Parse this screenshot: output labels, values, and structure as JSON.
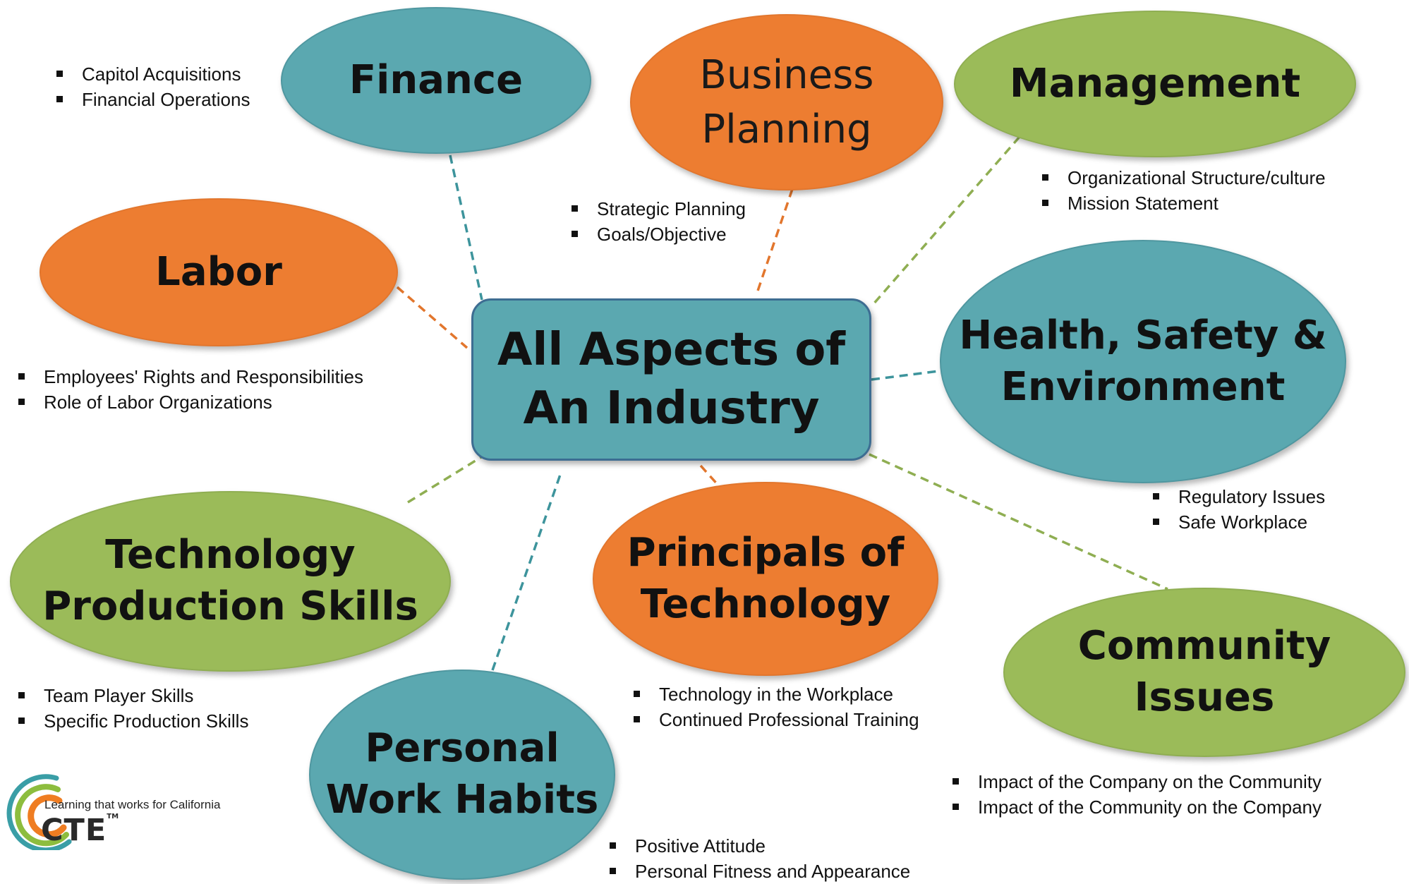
{
  "colors": {
    "teal": "#5ba8b0",
    "orange": "#ed7d31",
    "green": "#9bbb59",
    "center_border": "#3d6d92"
  },
  "center": {
    "label": "All Aspects of\nAn Industry"
  },
  "nodes": {
    "finance": {
      "label": "Finance",
      "color": "teal",
      "bullets": [
        "Capitol Acquisitions",
        "Financial Operations"
      ]
    },
    "business": {
      "label": "Business\nPlanning",
      "color": "orange",
      "bullets": [
        "Strategic Planning",
        "Goals/Objective"
      ]
    },
    "management": {
      "label": "Management",
      "color": "green",
      "bullets": [
        "Organizational Structure/culture",
        "Mission Statement"
      ]
    },
    "labor": {
      "label": "Labor",
      "color": "orange",
      "bullets": [
        "Employees' Rights and Responsibilities",
        "Role of Labor Organizations"
      ]
    },
    "health": {
      "label": "Health, Safety &\nEnvironment",
      "color": "teal",
      "bullets": [
        "Regulatory Issues",
        "Safe Workplace"
      ]
    },
    "technology": {
      "label": "Technology\nProduction Skills",
      "color": "green",
      "bullets": [
        "Team Player Skills",
        "Specific Production Skills"
      ]
    },
    "principals": {
      "label": "Principals of\nTechnology",
      "color": "orange",
      "bullets": [
        "Technology in the Workplace",
        "Continued Professional Training"
      ]
    },
    "community": {
      "label": "Community\nIssues",
      "color": "green",
      "bullets": [
        "Impact of the Company on the Community",
        "Impact of the Community on the Company"
      ]
    },
    "personal": {
      "label": "Personal\nWork Habits",
      "color": "teal",
      "bullets": [
        "Positive Attitude",
        "Personal Fitness and Appearance"
      ]
    }
  },
  "logo": {
    "tagline": "Learning that works for California",
    "name": "CTE",
    "trademark": "TM"
  }
}
